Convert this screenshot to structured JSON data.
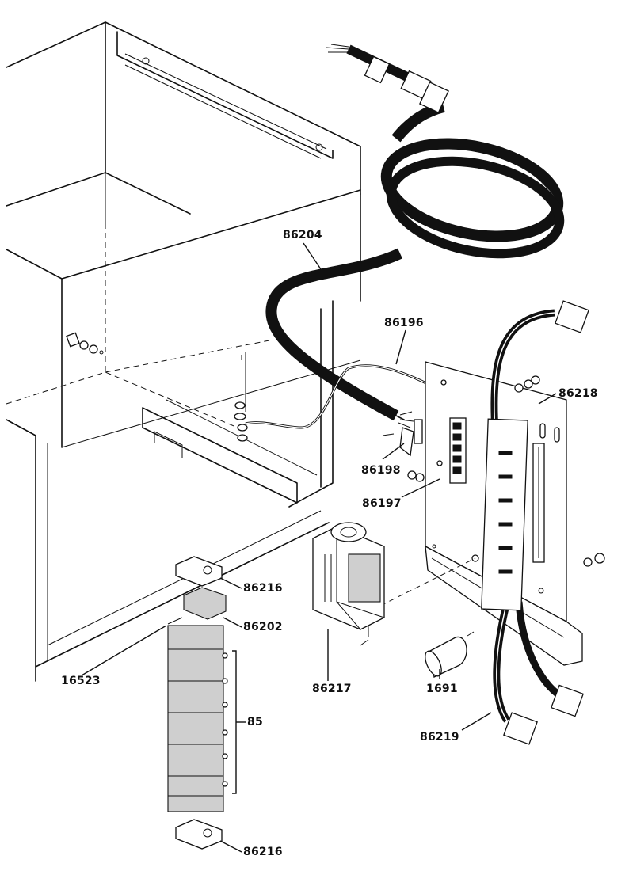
{
  "callouts": {
    "p86204": "86204",
    "p86196": "86196",
    "p86218": "86218",
    "p86198": "86198",
    "p86197": "86197",
    "p86216_top": "86216",
    "p86202": "86202",
    "p16523": "16523",
    "p85": "85",
    "p86217": "86217",
    "p1691": "1691",
    "p86219": "86219",
    "p86216_bottom": "86216"
  }
}
